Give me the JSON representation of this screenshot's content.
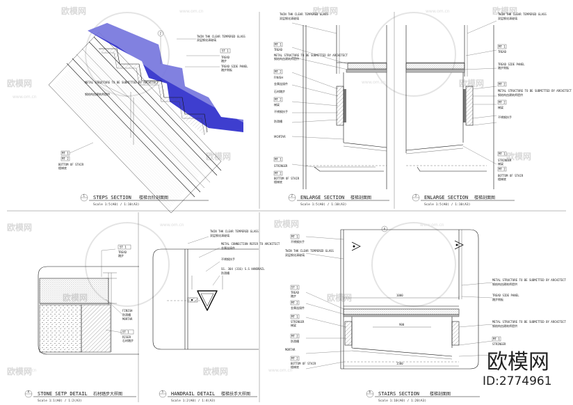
{
  "colors": {
    "accent_blue": "#2323c8",
    "hatch_gray": "#8a8a8a",
    "watermark": "#d9d9d9"
  },
  "watermark": {
    "brand": "欧模网",
    "url": "www.om.cn"
  },
  "brand": {
    "name": "欧模网",
    "id": "ID:2774961"
  },
  "tags": {
    "mt1": "MT 1",
    "mt2": "MT 2",
    "st1": "ST 1",
    "num1": "1",
    "num2": "2",
    "num3": "3",
    "num4": "4"
  },
  "notes": {
    "glass": "TWIN THK CLEAR TEMPERED GLASS",
    "glass_cn": "双层钢化清玻璃",
    "tread": "TREAD",
    "tread_cn": "踏步",
    "riser": "RISER",
    "tread_side": "TREAD SIDE PANEL",
    "tread_side_cn": "踏步侧板",
    "metal_struct": "METAL STRUCTURE TO BE SUBMITTED BY ARCHITECT",
    "metal_struct_cn": "钢结构由建筑师提供",
    "bottom_stair": "BOTTOM OF STAIR",
    "bottom_stair_cn": "楼梯底",
    "stringer": "STRINGER",
    "stringer_cn": "梯梁",
    "finish": "FINISH",
    "mortar": "MORTAR",
    "handrail_metal": "METAL CONNECTION REFER TO ARCHITECT",
    "ss_panel": "SS. 304 (316) S.S HANDRAIL",
    "cn_note1": "不锈钢扶手",
    "cn_note2": "金属连接件",
    "cn_note3": "石材踏步",
    "cn_note4": "防滑槽",
    "dim_a": "1000",
    "dim_b": "1500",
    "dim_c": "900"
  },
  "panels": {
    "p1": {
      "num": "1",
      "title": "STEPS SECTION",
      "title_cn": "楼梯台阶剖面图",
      "scale": "Scale 1:5(A0) / 1:10(A3)"
    },
    "p2": {
      "num": "2",
      "title": "ENLARGE SECTION",
      "title_cn": "楼梯剖面图",
      "scale": "Scale 1:5(A0) / 1:10(A3)"
    },
    "p3": {
      "num": "3",
      "title": "ENLARGE SECTION",
      "title_cn": "楼梯剖面图",
      "scale": "Scale 1:5(A0) / 1:10(A3)"
    },
    "p4": {
      "num": "4",
      "title": "STONE SETP DETAIL",
      "title_cn": "石材踏步大样图",
      "scale": "Scale 1:1(A0) / 1:2(A3)"
    },
    "p5": {
      "num": "5",
      "title": "HANDRAIL DETAIL",
      "title_cn": "楼梯扶手大样图",
      "scale": "Scale 1:2(A0) / 1:4(A3)"
    },
    "p6": {
      "num": "6",
      "title": "STAIRS SECTION",
      "title_cn": "楼梯剖面图",
      "scale": "Scale 1:10(A0) / 1:20(A3)"
    }
  }
}
